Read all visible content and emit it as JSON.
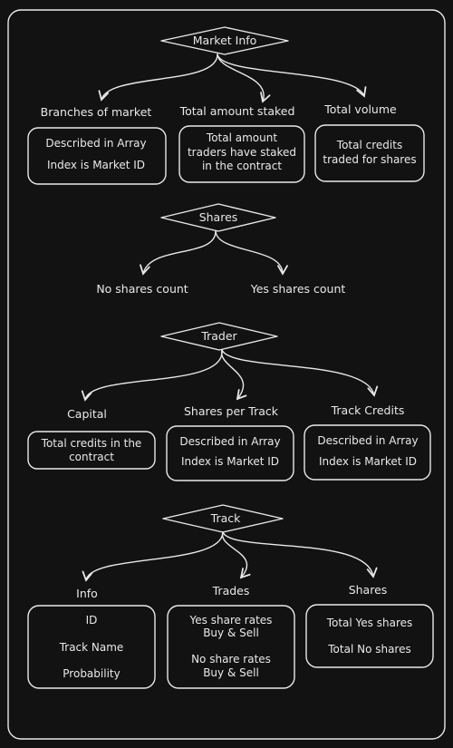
{
  "diamonds": {
    "market_info": "Market Info",
    "shares": "Shares",
    "trader": "Trader",
    "track": "Track"
  },
  "market": {
    "branches_label": "Branches of market",
    "branches_box": [
      "Described in Array",
      "Index is Market ID"
    ],
    "staked_label": "Total amount staked",
    "staked_box": [
      "Total amount",
      "traders have staked",
      "in the contract"
    ],
    "volume_label": "Total volume",
    "volume_box": [
      "Total credits",
      "traded for shares"
    ]
  },
  "shares": {
    "no_label": "No shares count",
    "yes_label": "Yes shares count"
  },
  "trader": {
    "capital_label": "Capital",
    "capital_box": [
      "Total credits in the",
      "contract"
    ],
    "spt_label": "Shares per Track",
    "spt_box": [
      "Described in Array",
      "Index is Market ID"
    ],
    "credits_label": "Track Credits",
    "credits_box": [
      "Described in Array",
      "Index is Market ID"
    ]
  },
  "track": {
    "info_label": "Info",
    "info_box": [
      "ID",
      "Track Name",
      "Probability"
    ],
    "trades_label": "Trades",
    "trades_box": [
      "Yes share rates",
      "Buy & Sell",
      "No share rates",
      "Buy & Sell"
    ],
    "shares_label": "Shares",
    "shares_box": [
      "Total Yes shares",
      "Total No shares"
    ]
  }
}
